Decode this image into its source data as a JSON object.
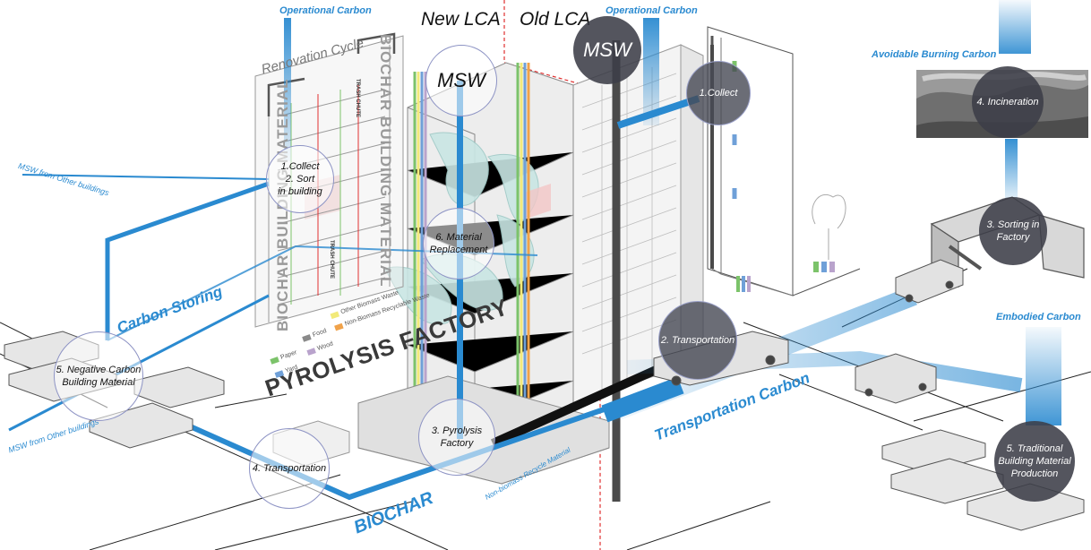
{
  "headers": {
    "new_lca": "New LCA",
    "old_lca": "Old LCA",
    "operational_carbon_left": "Operational Carbon",
    "operational_carbon_right": "Operational Carbon",
    "avoidable_burning_carbon": "Avoidable Burning Carbon",
    "embodied_carbon": "Embodied Carbon"
  },
  "flows": {
    "msw_other_top": "MSW from Other buildings",
    "msw_other_bottom": "MSW from Other buildings",
    "carbon_storing": "Carbon Storing",
    "biochar": "BIOCHAR",
    "transportation_carbon": "Transportation Carbon",
    "non_biomass": "Non-biomass Recycle Material"
  },
  "building": {
    "renovation_cycle": "Renovation Cycle",
    "biochar_material_left": "BIOCHAR BUILDING MATERIAL",
    "biochar_material_right": "BIOCHAR BUILDING MATERIAL",
    "pyrolysis_factory": "PYROLYSIS FACTORY",
    "trash_chute_1": "TRASH CHUTE",
    "trash_chute_2": "TRASH CHUTE"
  },
  "legend": [
    {
      "label": "Paper",
      "color": "#7cc36a"
    },
    {
      "label": "Food",
      "color": "#8a8a8a"
    },
    {
      "label": "Other Biomass Waste",
      "color": "#f2ea7a"
    },
    {
      "label": "Yard",
      "color": "#6fa0d8"
    },
    {
      "label": "Wood",
      "color": "#b9a3cc"
    },
    {
      "label": "Non-Biomass Recyclable Waste",
      "color": "#f0a24a"
    }
  ],
  "new_steps": {
    "msw": "MSW",
    "step1": [
      "1.Collect",
      "2. Sort",
      "in building"
    ],
    "step3": [
      "3. Pyrolysis",
      "Factory"
    ],
    "step4": [
      "4. Transportation"
    ],
    "step5": [
      "5. Negative Carbon",
      "Building Material"
    ],
    "step6": [
      "6. Material",
      "Replacement"
    ]
  },
  "old_steps": {
    "msw": "MSW",
    "step1": [
      "1.Collect"
    ],
    "step2": [
      "2. Transportation"
    ],
    "step3": [
      "3. Sorting in",
      "Factory"
    ],
    "step4": [
      "4. Incineration"
    ],
    "step5": [
      "5. Traditional",
      "Building Material",
      "Production"
    ]
  },
  "colors": {
    "flow_blue": "#2a8ad0",
    "pale_blue": "#bcdcf2",
    "circle_border": "#8d93c4",
    "dark_circle": "#3c3e48",
    "red_dash": "#e03030"
  }
}
